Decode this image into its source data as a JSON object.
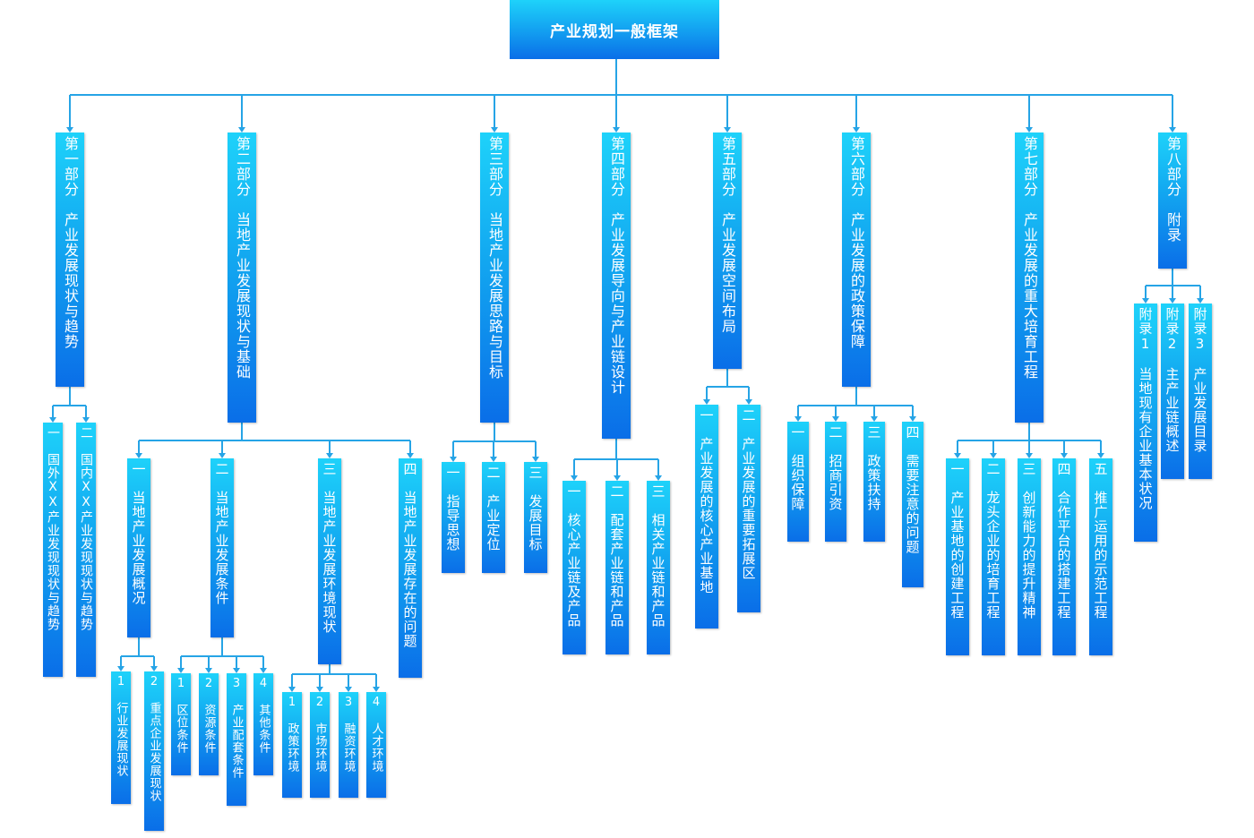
{
  "root": "产业规划一般框架",
  "parts": [
    {
      "label": "第一部分　产业发展现状与趋势",
      "children": [
        {
          "label": "一　国外XX产业发现现状与趋势",
          "children": []
        },
        {
          "label": "二　国内XX产业发现现状与趋势",
          "children": []
        }
      ]
    },
    {
      "label": "第二部分　当地产业发展现状与基础",
      "children": [
        {
          "label": "一　当地产业发展概况",
          "children": [
            "1　行业发展现状",
            "2　重点企业发展现状"
          ]
        },
        {
          "label": "二　当地产业发展条件",
          "children": [
            "1　区位条件",
            "2　资源条件",
            "3　产业配套条件",
            "4　其他条件"
          ]
        },
        {
          "label": "三　当地产业发展环境现状",
          "children": [
            "1　政策环境",
            "2　市场环境",
            "3　融资环境",
            "4　人才环境"
          ]
        },
        {
          "label": "四　当地产业发展存在的问题",
          "children": []
        }
      ]
    },
    {
      "label": "第三部分　当地产业发展思路与目标",
      "children": [
        {
          "label": "一　指导思想",
          "children": []
        },
        {
          "label": "二　产业定位",
          "children": []
        },
        {
          "label": "三　发展目标",
          "children": []
        }
      ]
    },
    {
      "label": "第四部分　产业发展导向与产业链设计",
      "children": [
        {
          "label": "一　核心产业链及产品",
          "children": []
        },
        {
          "label": "二　配套产业链和产品",
          "children": []
        },
        {
          "label": "三　相关产业链和产品",
          "children": []
        }
      ]
    },
    {
      "label": "第五部分　产业发展空间布局",
      "children": [
        {
          "label": "一　产业发展的核心产业基地",
          "children": []
        },
        {
          "label": "二　产业发展的重要拓展区",
          "children": []
        }
      ]
    },
    {
      "label": "第六部分　产业发展的政策保障",
      "children": [
        {
          "label": "一　组织保障",
          "children": []
        },
        {
          "label": "二　招商引资",
          "children": []
        },
        {
          "label": "三　政策扶持",
          "children": []
        },
        {
          "label": "四　需要注意的问题",
          "children": []
        }
      ]
    },
    {
      "label": "第七部分　产业发展的重大培育工程",
      "children": [
        {
          "label": "一　产业基地的创建工程",
          "children": []
        },
        {
          "label": "二　龙头企业的培育工程",
          "children": []
        },
        {
          "label": "三　创新能力的提升精神",
          "children": []
        },
        {
          "label": "四　合作平台的搭建工程",
          "children": []
        },
        {
          "label": "五　推广运用的示范工程",
          "children": []
        }
      ]
    },
    {
      "label": "第八部分　附录",
      "children": [
        {
          "label": "附录1　当地现有企业基本状况",
          "children": []
        },
        {
          "label": "附录2　主产业链概述",
          "children": []
        },
        {
          "label": "附录3　产业发展目录",
          "children": []
        }
      ]
    }
  ],
  "colors": {
    "connector": "#26a4e6",
    "node_top": "#1ed2fa",
    "node_bottom": "#0a6ee8",
    "text": "#ffffff"
  }
}
